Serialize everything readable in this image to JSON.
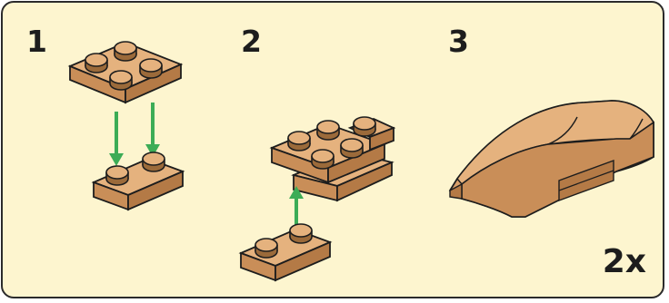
{
  "steps": [
    {
      "number": "1"
    },
    {
      "number": "2"
    },
    {
      "number": "3"
    }
  ],
  "step3_multiplier": "2x",
  "colors": {
    "panel_bg": "#fdf5cf",
    "brick": "#d9a06b",
    "brick_top": "#e5b27e",
    "brick_dark": "#9b6a3a",
    "arrow": "#3cac56",
    "outline": "#1d1d1d"
  }
}
